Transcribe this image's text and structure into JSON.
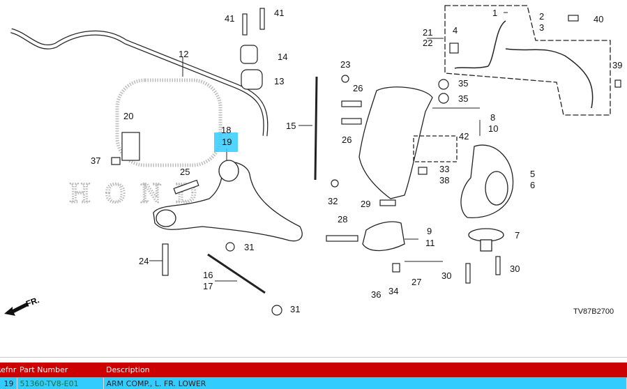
{
  "diagram": {
    "code": "TV87B2700",
    "highlighted_ref": "19",
    "direction_label": "FR.",
    "callouts": [
      {
        "id": "c1",
        "text": "1"
      },
      {
        "id": "c2",
        "text": "2"
      },
      {
        "id": "c3",
        "text": "3"
      },
      {
        "id": "c4",
        "text": "4"
      },
      {
        "id": "c5",
        "text": "5"
      },
      {
        "id": "c6",
        "text": "6"
      },
      {
        "id": "c7",
        "text": "7"
      },
      {
        "id": "c8",
        "text": "8"
      },
      {
        "id": "c9",
        "text": "9"
      },
      {
        "id": "c10",
        "text": "10"
      },
      {
        "id": "c11",
        "text": "11"
      },
      {
        "id": "c12",
        "text": "12"
      },
      {
        "id": "c13",
        "text": "13"
      },
      {
        "id": "c14",
        "text": "14"
      },
      {
        "id": "c15",
        "text": "15"
      },
      {
        "id": "c16",
        "text": "16"
      },
      {
        "id": "c17",
        "text": "17"
      },
      {
        "id": "c18",
        "text": "18"
      },
      {
        "id": "c19",
        "text": "19"
      },
      {
        "id": "c20",
        "text": "20"
      },
      {
        "id": "c21",
        "text": "21"
      },
      {
        "id": "c22",
        "text": "22"
      },
      {
        "id": "c23",
        "text": "23"
      },
      {
        "id": "c24",
        "text": "24"
      },
      {
        "id": "c25",
        "text": "25"
      },
      {
        "id": "c26a",
        "text": "26"
      },
      {
        "id": "c26b",
        "text": "26"
      },
      {
        "id": "c27",
        "text": "27"
      },
      {
        "id": "c28",
        "text": "28"
      },
      {
        "id": "c29",
        "text": "29"
      },
      {
        "id": "c30a",
        "text": "30"
      },
      {
        "id": "c30b",
        "text": "30"
      },
      {
        "id": "c31a",
        "text": "31"
      },
      {
        "id": "c31b",
        "text": "31"
      },
      {
        "id": "c32",
        "text": "32"
      },
      {
        "id": "c33",
        "text": "33"
      },
      {
        "id": "c34",
        "text": "34"
      },
      {
        "id": "c35a",
        "text": "35"
      },
      {
        "id": "c35b",
        "text": "35"
      },
      {
        "id": "c36",
        "text": "36"
      },
      {
        "id": "c37",
        "text": "37"
      },
      {
        "id": "c38",
        "text": "38"
      },
      {
        "id": "c39",
        "text": "39"
      },
      {
        "id": "c40",
        "text": "40"
      },
      {
        "id": "c41a",
        "text": "41"
      },
      {
        "id": "c41b",
        "text": "41"
      },
      {
        "id": "c42",
        "text": "42"
      }
    ]
  },
  "parts_table": {
    "headers": {
      "ref": "Refnr",
      "part_number": "Part Number",
      "description": "Description"
    },
    "rows": [
      {
        "ref": "19",
        "part_number": "51360-TV8-E01",
        "description": "ARM COMP., L. FR. LOWER"
      }
    ]
  },
  "colors": {
    "header_bg": "#cc0000",
    "row_bg": "#33ccff",
    "highlight": "#33ccff",
    "part_number_text": "#1a6f3a"
  }
}
